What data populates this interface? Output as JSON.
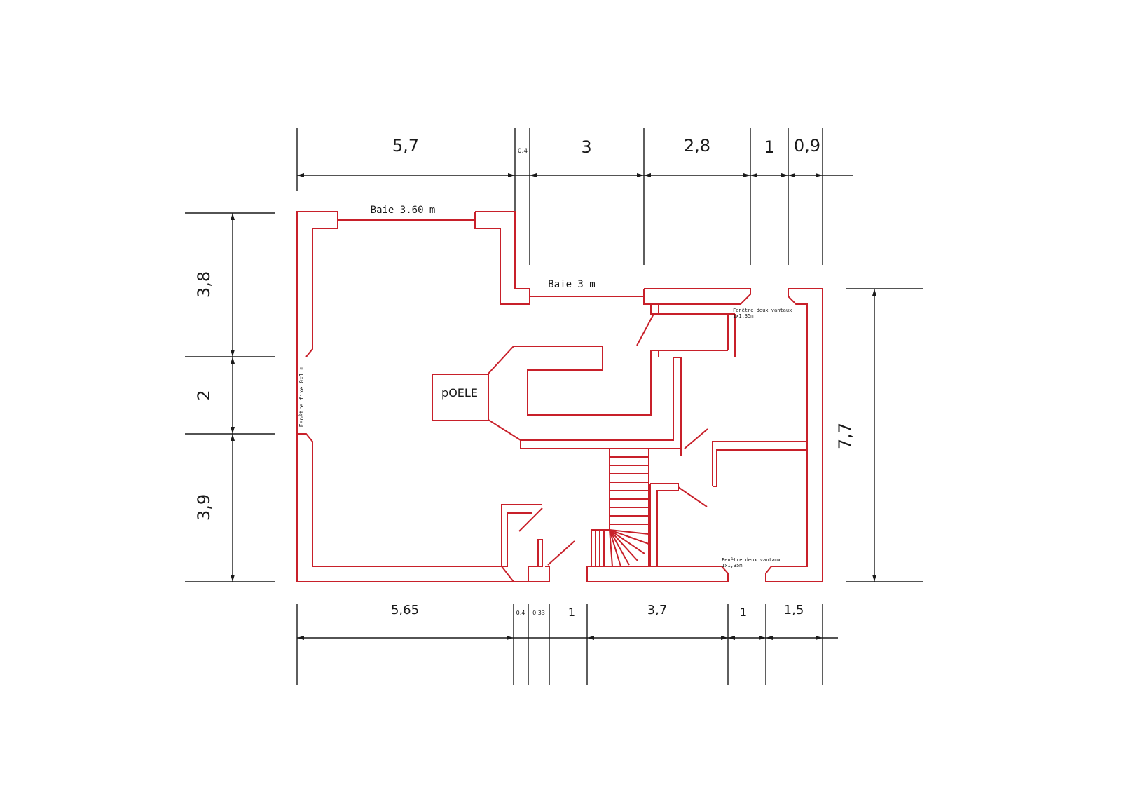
{
  "colors": {
    "wall": "#c8202a",
    "dimension": "#1a1a1a",
    "background": "#ffffff"
  },
  "dimensions": {
    "top": [
      "5,7",
      "0,4",
      "3",
      "2,8",
      "1",
      "0,9"
    ],
    "bottom": [
      "5,65",
      "0,4",
      "0,33",
      "1",
      "3,7",
      "1",
      "1,5"
    ],
    "left": [
      "3,8",
      "2",
      "3,9"
    ],
    "right": [
      "7,7"
    ]
  },
  "labels": {
    "bay_top": "Baie 3.60 m",
    "bay_middle": "Baie 3 m",
    "window_left": "Fenêtre fixe 0x1 m",
    "window_top_right_line1": "Fenêtre deux vantaux",
    "window_top_right_line2": "1x1,35m",
    "window_bottom_right_line1": "Fenêtre deux vantaux",
    "window_bottom_right_line2": "1x1,35m",
    "stove": "pOELE"
  }
}
